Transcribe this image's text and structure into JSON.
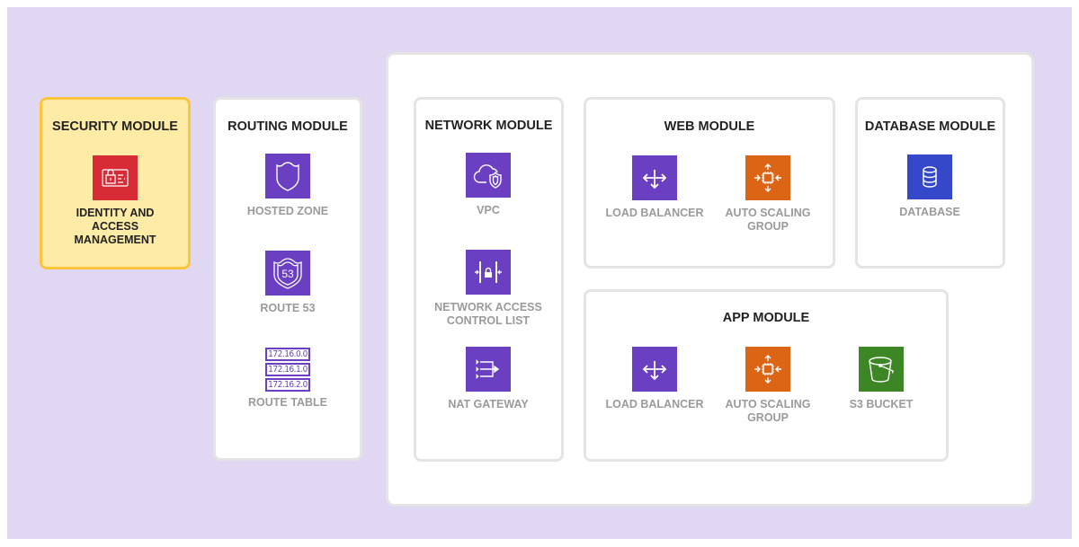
{
  "colors": {
    "background": "#e0d7f2",
    "networking_purple": "#6a3fc2",
    "compute_orange": "#dc6415",
    "database_blue": "#3548c9",
    "storage_green": "#3d8625",
    "security_red": "#d72b35",
    "security_fill": "#feeca6",
    "security_border": "#fbc43c"
  },
  "security": {
    "title": "SECURITY MODULE",
    "items": [
      {
        "label": "IDENTITY AND ACCESS MANAGEMENT",
        "icon": "iam-id-card-lock-icon"
      }
    ]
  },
  "routing": {
    "title": "ROUTING MODULE",
    "items": [
      {
        "label": "HOSTED ZONE",
        "icon": "shield-icon"
      },
      {
        "label": "ROUTE 53",
        "icon": "route53-shield-icon",
        "badge": "53"
      },
      {
        "label": "ROUTE TABLE",
        "icon": "route-table-icon",
        "routes": [
          "172.16.0.0",
          "172.16.1.0",
          "172.16.2.0"
        ]
      }
    ]
  },
  "network": {
    "title": "NETWORK MODULE",
    "items": [
      {
        "label": "VPC",
        "icon": "cloud-shield-icon"
      },
      {
        "label": "NETWORK ACCESS CONTROL LIST",
        "icon": "nacl-lock-icon"
      },
      {
        "label": "NAT GATEWAY",
        "icon": "nat-gateway-icon"
      }
    ]
  },
  "web": {
    "title": "WEB MODULE",
    "items": [
      {
        "label": "LOAD BALANCER",
        "icon": "load-balancer-icon"
      },
      {
        "label": "AUTO SCALING GROUP",
        "icon": "auto-scaling-icon"
      }
    ]
  },
  "database": {
    "title": "DATABASE MODULE",
    "items": [
      {
        "label": "DATABASE",
        "icon": "database-icon"
      }
    ]
  },
  "app": {
    "title": "APP MODULE",
    "items": [
      {
        "label": "LOAD BALANCER",
        "icon": "load-balancer-icon"
      },
      {
        "label": "AUTO SCALING GROUP",
        "icon": "auto-scaling-icon"
      },
      {
        "label": "S3 BUCKET",
        "icon": "bucket-icon"
      }
    ]
  }
}
